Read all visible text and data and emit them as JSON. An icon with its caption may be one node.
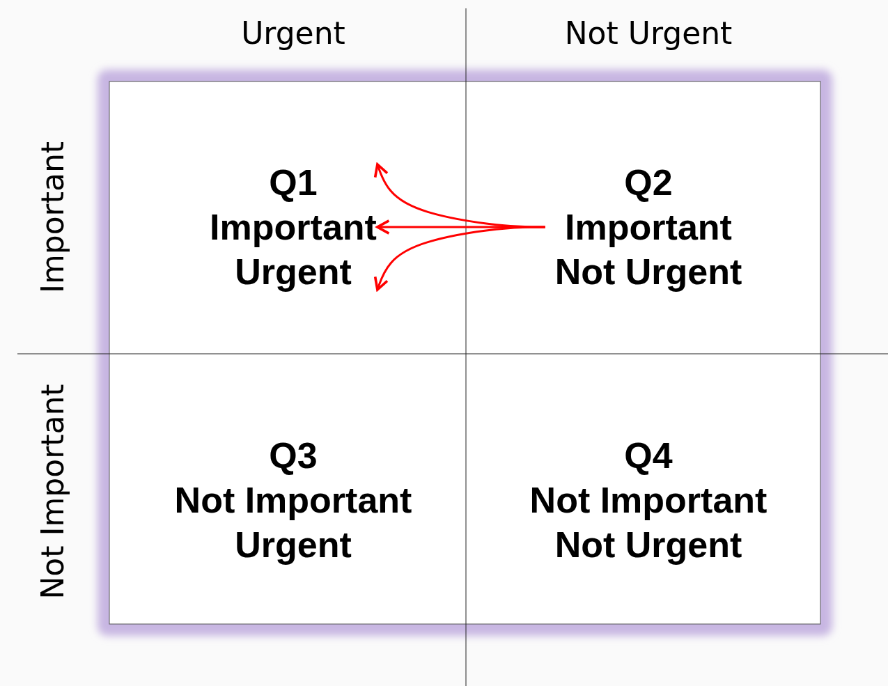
{
  "diagram": {
    "nodes": [
      {
        "text": [
          "Q1",
          "Important",
          "Urgent"
        ]
      },
      {
        "text": [
          "Q2",
          "Important",
          "Not Urgent"
        ]
      },
      {
        "text": [
          "Q3",
          "Not Important",
          "Urgent"
        ]
      },
      {
        "text": [
          "Q4",
          "Not Important",
          "Not Urgent"
        ]
      }
    ],
    "edges": [
      {
        "from": 1,
        "to": 0,
        "arrow": "to"
      },
      {
        "from": 1,
        "to": 0,
        "arrow": "to"
      },
      {
        "from": 1,
        "to": 0,
        "arrow": "to"
      }
    ],
    "labels": [
      "Urgent",
      "Not Urgent",
      "Important",
      "Not Important"
    ]
  }
}
